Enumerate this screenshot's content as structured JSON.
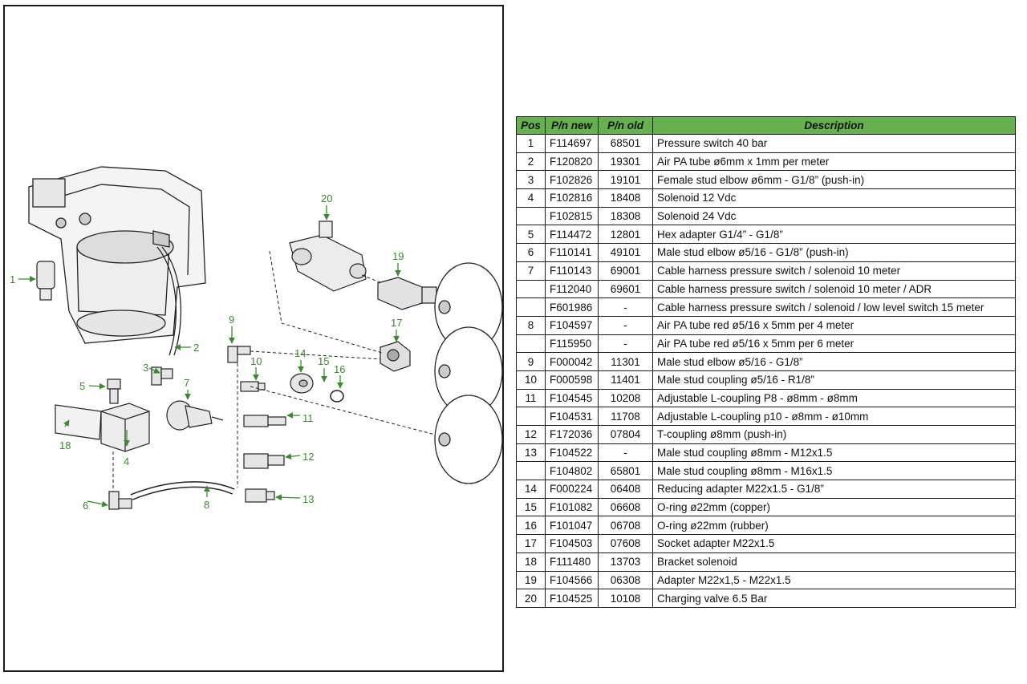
{
  "callouts": [
    "1",
    "2",
    "3",
    "4",
    "5",
    "6",
    "7",
    "8",
    "9",
    "10",
    "11",
    "12",
    "13",
    "14",
    "15",
    "16",
    "17",
    "18",
    "19",
    "20"
  ],
  "table": {
    "headers": {
      "pos": "Pos",
      "pn_new": "P/n new",
      "pn_old": "P/n old",
      "description": "Description"
    },
    "rows": [
      {
        "pos": "1",
        "pn_new": "F114697",
        "pn_old": "68501",
        "description": "Pressure switch 40 bar"
      },
      {
        "pos": "2",
        "pn_new": "F120820",
        "pn_old": "19301",
        "description": "Air PA tube ø6mm x 1mm per meter"
      },
      {
        "pos": "3",
        "pn_new": "F102826",
        "pn_old": "19101",
        "description": "Female stud elbow ø6mm - G1/8” (push-in)"
      },
      {
        "pos": "4",
        "pn_new": "F102816",
        "pn_old": "18408",
        "description": "Solenoid 12 Vdc"
      },
      {
        "pos": "",
        "pn_new": "F102815",
        "pn_old": "18308",
        "description": "Solenoid 24 Vdc"
      },
      {
        "pos": "5",
        "pn_new": "F114472",
        "pn_old": "12801",
        "description": "Hex adapter G1/4” - G1/8”"
      },
      {
        "pos": "6",
        "pn_new": "F110141",
        "pn_old": "49101",
        "description": "Male stud elbow ø5/16 - G1/8” (push-in)"
      },
      {
        "pos": "7",
        "pn_new": "F110143",
        "pn_old": "69001",
        "description": "Cable harness pressure switch / solenoid 10 meter"
      },
      {
        "pos": "",
        "pn_new": "F112040",
        "pn_old": "69601",
        "description": "Cable harness pressure switch / solenoid 10 meter / ADR"
      },
      {
        "pos": "",
        "pn_new": "F601986",
        "pn_old": "-",
        "description": "Cable harness pressure switch / solenoid / low level switch 15 meter"
      },
      {
        "pos": "8",
        "pn_new": "F104597",
        "pn_old": "-",
        "description": "Air PA tube red ø5/16 x 5mm per 4 meter"
      },
      {
        "pos": "",
        "pn_new": "F115950",
        "pn_old": "-",
        "description": "Air PA tube red ø5/16 x 5mm per 6 meter"
      },
      {
        "pos": "9",
        "pn_new": "F000042",
        "pn_old": "11301",
        "description": "Male stud elbow ø5/16 - G1/8”"
      },
      {
        "pos": "10",
        "pn_new": "F000598",
        "pn_old": "11401",
        "description": "Male stud coupling ø5/16 - R1/8”"
      },
      {
        "pos": "11",
        "pn_new": "F104545",
        "pn_old": "10208",
        "description": "Adjustable L-coupling P8 - ø8mm - ø8mm"
      },
      {
        "pos": "",
        "pn_new": "F104531",
        "pn_old": "11708",
        "description": "Adjustable L-coupling p10 - ø8mm - ø10mm"
      },
      {
        "pos": "12",
        "pn_new": "F172036",
        "pn_old": "07804",
        "description": "T-coupling ø8mm (push-in)"
      },
      {
        "pos": "13",
        "pn_new": "F104522",
        "pn_old": "-",
        "description": "Male stud coupling ø8mm - M12x1.5"
      },
      {
        "pos": "",
        "pn_new": "F104802",
        "pn_old": "65801",
        "description": "Male stud coupling ø8mm - M16x1.5"
      },
      {
        "pos": "14",
        "pn_new": "F000224",
        "pn_old": "06408",
        "description": "Reducing adapter M22x1.5 - G1/8”"
      },
      {
        "pos": "15",
        "pn_new": "F101082",
        "pn_old": "06608",
        "description": "O-ring ø22mm (copper)"
      },
      {
        "pos": "16",
        "pn_new": "F101047",
        "pn_old": "06708",
        "description": "O-ring ø22mm (rubber)"
      },
      {
        "pos": "17",
        "pn_new": "F104503",
        "pn_old": "07608",
        "description": "Socket adapter M22x1.5"
      },
      {
        "pos": "18",
        "pn_new": "F111480",
        "pn_old": "13703",
        "description": "Bracket solenoid"
      },
      {
        "pos": "19",
        "pn_new": "F104566",
        "pn_old": "06308",
        "description": "Adapter M22x1,5 - M22x1.5"
      },
      {
        "pos": "20",
        "pn_new": "F104525",
        "pn_old": "10108",
        "description": "Charging valve 6.5 Bar"
      }
    ]
  },
  "colors": {
    "header_green": "#66b04e",
    "callout_green": "#3a8a2e",
    "line": "#1a1a1a"
  }
}
